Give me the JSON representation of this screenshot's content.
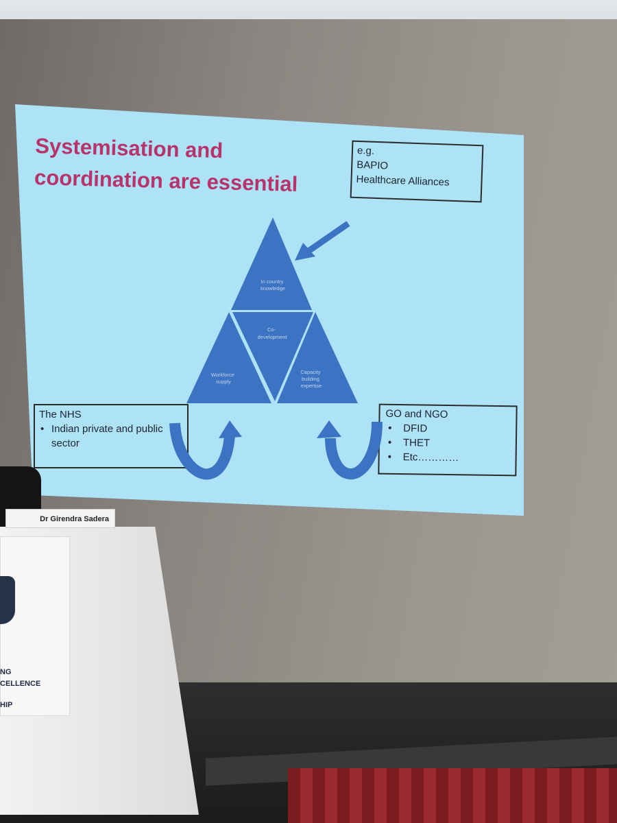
{
  "slide": {
    "title_line1": "Systemisation and",
    "title_line2": "coordination are essential",
    "eg_box": [
      "e.g.",
      "BAPIO",
      "Healthcare Alliances"
    ],
    "triangle_labels": {
      "top": [
        "In country",
        "knowledge"
      ],
      "center": [
        "Co-",
        "development"
      ],
      "left": [
        "Workforce",
        "supply"
      ],
      "right": [
        "Capacity",
        "building",
        "expertise"
      ]
    },
    "nhs_box": {
      "heading": "The NHS",
      "items": [
        "Indian private and public sector"
      ]
    },
    "go_box": {
      "heading": "GO and NGO",
      "items": [
        "DFID",
        "THET",
        "Etc…………"
      ]
    },
    "colors": {
      "title": "#b8336a",
      "shape": "#3b74c3",
      "slide_bg": "#aee2f6"
    }
  },
  "room": {
    "nameplate": "Dr Girendra Sadera",
    "banner_lines": [
      "NG",
      "CELLENCE",
      "HIP"
    ]
  }
}
